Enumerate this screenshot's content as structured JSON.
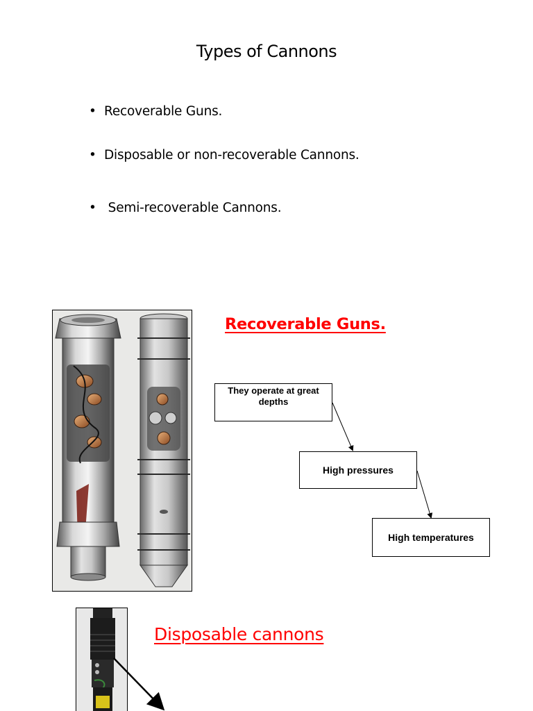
{
  "slide": {
    "title": "Types of Cannons",
    "bullets": [
      {
        "marker": "•",
        "text": "Recoverable Guns."
      },
      {
        "marker": "•",
        "text": "Disposable or non-recoverable Cannons."
      },
      {
        "marker": "•",
        "text": " Semi-recoverable Cannons."
      }
    ]
  },
  "recoverable": {
    "heading": "Recoverable Guns.",
    "heading_color": "#ff0000",
    "flow": [
      "They operate at great depths",
      "High pressures",
      "High temperatures"
    ]
  },
  "disposable": {
    "heading": "Disposable cannons",
    "heading_color": "#ff0000"
  },
  "images": {
    "recoverable_gun": "perforating-gun-cutaway-illustration",
    "disposable_gun": "disposable-gun-photo"
  }
}
